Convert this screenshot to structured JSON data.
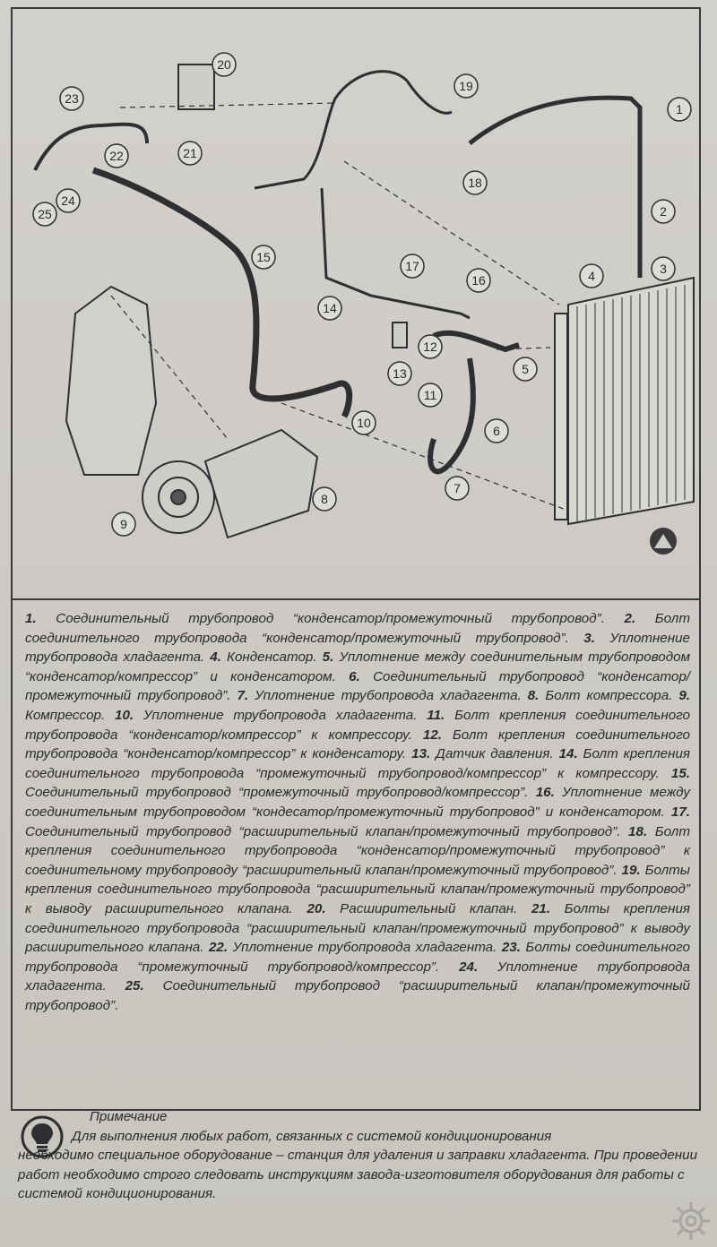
{
  "figure": {
    "callouts": [
      "1",
      "2",
      "3",
      "4",
      "5",
      "6",
      "7",
      "8",
      "9",
      "10",
      "11",
      "12",
      "13",
      "14",
      "15",
      "16",
      "17",
      "18",
      "19",
      "20",
      "21",
      "22",
      "23",
      "24",
      "25"
    ]
  },
  "caption": {
    "items": [
      {
        "num": "1.",
        "text": " Соединительный трубопровод “конденсатор/промежуточный трубопровод”. "
      },
      {
        "num": "2.",
        "text": " Болт соединительного трубопровода “конденсатор/промежуточный трубопровод”. "
      },
      {
        "num": "3.",
        "text": " Уплотнение трубопровода хладагента. "
      },
      {
        "num": "4.",
        "text": " Конденсатор. "
      },
      {
        "num": "5.",
        "text": " Уплотнение между соединительным трубопроводом “конденсатор/компрессор” и конденсатором. "
      },
      {
        "num": "6.",
        "text": " Соединительный трубопровод “конденсатор/промежуточный трубопровод”. "
      },
      {
        "num": "7.",
        "text": " Уплотнение трубопровода хладагента. "
      },
      {
        "num": "8.",
        "text": " Болт компрессора. "
      },
      {
        "num": "9.",
        "text": " Компрессор. "
      },
      {
        "num": "10.",
        "text": " Уплотнение трубопровода хладагента. "
      },
      {
        "num": "11.",
        "text": " Болт крепления соединительного трубопровода “конденсатор/компрессор” к компрессору. "
      },
      {
        "num": "12.",
        "text": " Болт крепления соединительного трубопровода “конденсатор/компрессор” к конденсатору. "
      },
      {
        "num": "13.",
        "text": " Датчик давления. "
      },
      {
        "num": "14.",
        "text": " Болт крепления соединительного трубопровода “промежуточный трубопровод/компрессор” к компрессору. "
      },
      {
        "num": "15.",
        "text": " Соединительный трубопровод “промежуточный трубопровод/компрессор”. "
      },
      {
        "num": "16.",
        "text": " Уплотнение между соединительным трубопроводом “кондесатор/промежуточный трубопровод” и конденсатором. "
      },
      {
        "num": "17.",
        "text": " Соединительный трубопровод “расширительный клапан/промежуточный трубопровод”. "
      },
      {
        "num": "18.",
        "text": " Болт крепления соединительного трубопровода “конденсатор/промежуточный трубопровод” к соединительному трубопроводу “расширительный клапан/промежуточный трубопровод”. "
      },
      {
        "num": "19.",
        "text": " Болты крепления соединительного трубопровода “расширительный клапан/промежуточный трубопровод” к выводу расширительного клапана. "
      },
      {
        "num": "20.",
        "text": " Расширительный клапан. "
      },
      {
        "num": "21.",
        "text": " Болты крепления соединительного трубопровода “расширительный клапан/промежуточный трубопровод” к выводу расширительного клапана. "
      },
      {
        "num": "22.",
        "text": " Уплотнение трубопровода хладагента. "
      },
      {
        "num": "23.",
        "text": " Болты соединительного трубопровода “промежуточный трубопровод/компрессор”. "
      },
      {
        "num": "24.",
        "text": " Уплотнение трубопровода хладагента. "
      },
      {
        "num": "25.",
        "text": " Соединительный трубопровод “расширительный клапан/промежуточный трубопровод”."
      }
    ]
  },
  "note": {
    "title": "Примечание",
    "line1": "Для выполнения любых работ, связанных с системой кондиционирования",
    "line2": "необходимо специальное оборудование – станция для удаления и заправки хладагента. При проведении работ необходимо строго следовать инструкциям завода-изготовителя оборудования для работы с системой кондиционирования."
  }
}
